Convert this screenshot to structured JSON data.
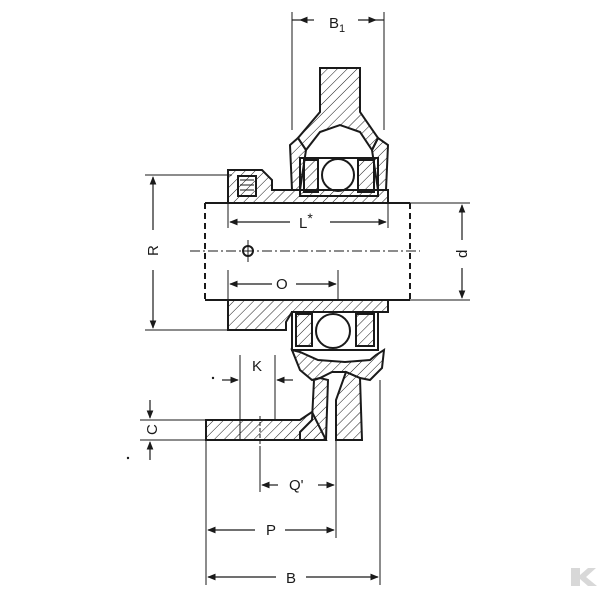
{
  "drawing": {
    "dimension_labels": {
      "B1": "B",
      "B1_sub": "1",
      "L": "L",
      "L_star": "*",
      "R": "R",
      "d": "d",
      "O": "O",
      "K": "K",
      "C": "C",
      "Q": "Q",
      "Q_prime": "'",
      "P": "P",
      "B": "B"
    },
    "logo": {
      "name": "kramp-k-logo",
      "color": "#d8d8d8"
    }
  }
}
